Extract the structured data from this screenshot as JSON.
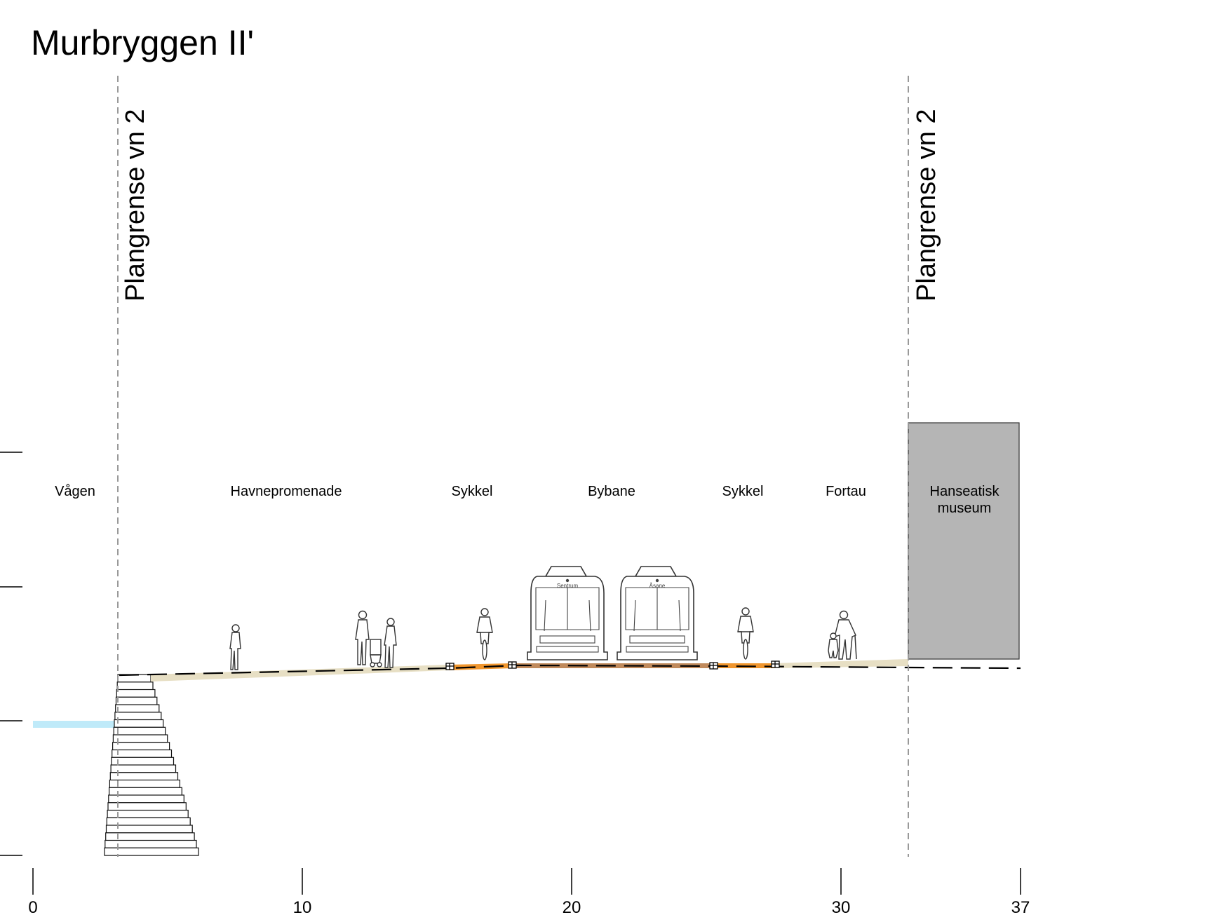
{
  "title": "Murbryggen II'",
  "plan_boundary_labels": [
    "Plangrense vn 2",
    "Plangrense vn 2"
  ],
  "zones": {
    "vagen": "Vågen",
    "havnepromenade": "Havnepromenade",
    "sykkel_left": "Sykkel",
    "bybane": "Bybane",
    "sykkel_right": "Sykkel",
    "fortau": "Fortau",
    "museum_line1": "Hanseatisk",
    "museum_line2": "museum"
  },
  "tram_signs": [
    "Sentrum",
    "Åsane"
  ],
  "scale_ticks": [
    "0",
    "10",
    "20",
    "30",
    "37"
  ],
  "colors": {
    "promenade": "#e7dfc4",
    "bike_lane": "#f0962e",
    "tram_track": "#c08a5c",
    "water": "#bfeaf9",
    "museum": "#b5b5b5",
    "boundary": "#999999"
  }
}
